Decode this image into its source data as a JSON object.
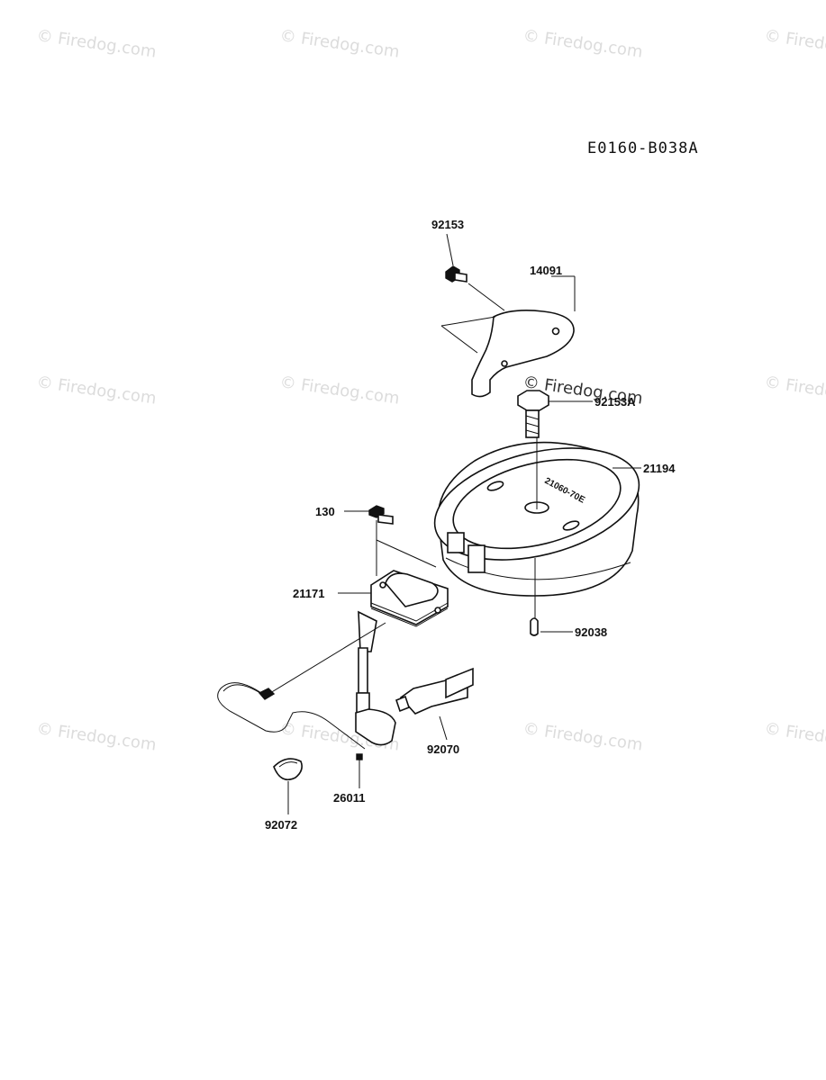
{
  "diagram": {
    "code": "E0160-B038A",
    "watermark": "© Firedog.com",
    "parts": {
      "bolt_top": "92153",
      "bracket": "14091",
      "bolt_flywheel": "92153A",
      "flywheel": "21194",
      "bolt_coil": "130",
      "coil": "21171",
      "key": "92038",
      "spark_plug": "92070",
      "wire": "26011",
      "clamp": "92072"
    },
    "flywheel_stamp": "21060-70E"
  }
}
